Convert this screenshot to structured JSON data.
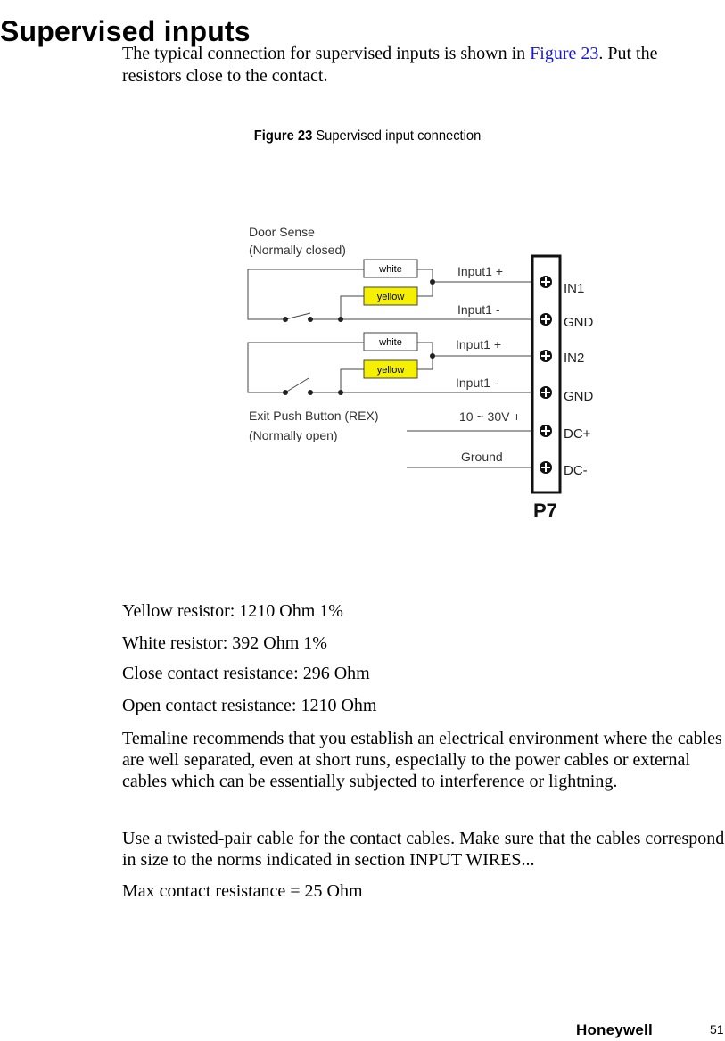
{
  "heading": "Supervised inputs",
  "intro": {
    "before_link": "The typical connection for supervised inputs is shown in ",
    "link": "Figure 23",
    "after_link": ". Put the resistors close to the contact."
  },
  "caption": {
    "label": "Figure 23",
    "text": " Supervised input connection"
  },
  "diagram": {
    "door_sense_title": "Door Sense",
    "door_sense_sub": "(Normally closed)",
    "exit_title": "Exit Push Button (REX)",
    "exit_sub": "(Normally open)",
    "resistor_white": "white",
    "resistor_yellow": "yellow",
    "wires": [
      "Input1 +",
      "Input1 -",
      "Input1 +",
      "Input1 -",
      "10 ~ 30V +",
      "Ground"
    ],
    "terminals": [
      "IN1",
      "GND",
      "IN2",
      "GND",
      "DC+",
      "DC-"
    ],
    "connector": "P7",
    "yellow_color": "#f5f000"
  },
  "specs": [
    "Yellow resistor: 1210 Ohm 1%",
    "White resistor: 392 Ohm 1%",
    "Close contact resistance: 296 Ohm",
    "Open contact resistance: 1210 Ohm"
  ],
  "paragraphs": [
    "Temaline recommends that you establish an electrical environment where the cables are well separated, even at short runs, especially to the power cables or external cables which can be essentially subjected to interference or lightning.",
    "Use a twisted-pair cable for the contact cables. Make sure that the cables correspond in size to the norms indicated in section INPUT WIRES...",
    "Max contact resistance = 25 Ohm"
  ],
  "footer": {
    "logo": "Honeywell",
    "page_number": "51"
  }
}
